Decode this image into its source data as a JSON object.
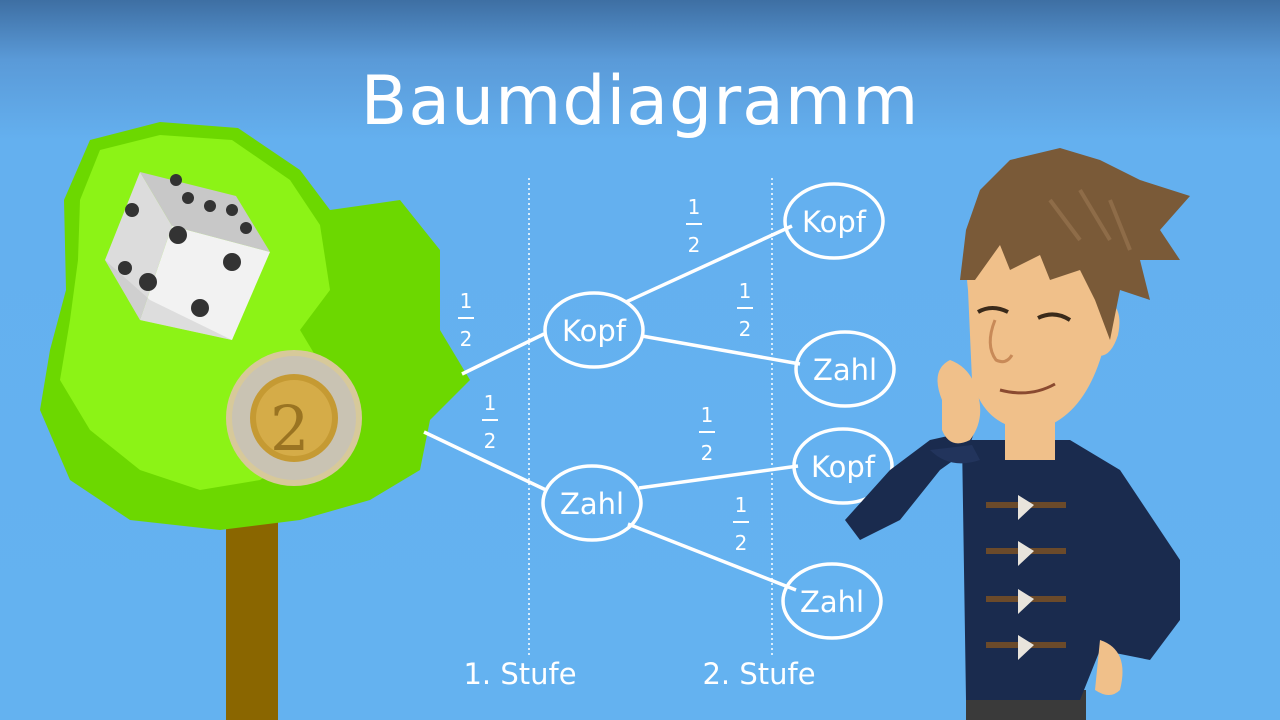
{
  "title": "Baumdiagramm",
  "levels": [
    "1. Stufe",
    "2. Stufe"
  ],
  "nodes": {
    "l1_top": "Kopf",
    "l1_bottom": "Zahl",
    "l2_1": "Kopf",
    "l2_2": "Zahl",
    "l2_3": "Kopf",
    "l2_4": "Zahl"
  },
  "probabilities": {
    "root_top": {
      "num": "1",
      "den": "2"
    },
    "root_bottom": {
      "num": "1",
      "den": "2"
    },
    "kopf_kopf": {
      "num": "1",
      "den": "2"
    },
    "kopf_zahl": {
      "num": "1",
      "den": "2"
    },
    "zahl_kopf": {
      "num": "1",
      "den": "2"
    },
    "zahl_zahl": {
      "num": "1",
      "den": "2"
    }
  },
  "coin_label": "2",
  "colors": {
    "sky": "#64b2f0",
    "tree_light": "#8cf316",
    "tree_dark": "#6cd800",
    "trunk": "#8a6600",
    "line": "#ffffff",
    "jacket": "#1a2b4e",
    "hair": "#7a5a38",
    "skin": "#f0c08a"
  }
}
